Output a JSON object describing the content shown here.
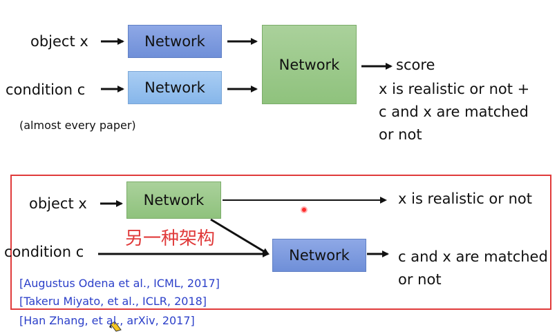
{
  "top": {
    "input_object": "object x",
    "input_condition": "condition c",
    "network_object": "Network",
    "network_condition": "Network",
    "network_main": "Network",
    "output_score": "score",
    "output_line1": "x is realistic or not +",
    "output_line2": "c and x are matched",
    "output_line3": "or not",
    "note": "(almost every paper)"
  },
  "bottom": {
    "input_object": "object x",
    "input_condition": "condition c",
    "network_object": "Network",
    "network_joint": "Network",
    "output_realistic": "x is realistic or not",
    "output_matched_line1": "c and x are matched",
    "output_matched_line2": "or not",
    "chinese_label": "另一种架构",
    "citations": [
      "[Augustus Odena et al., ICML, 2017]",
      "[Takeru Miyato, et al., ICLR, 2018]",
      "[Han Zhang, et al., arXiv, 2017]"
    ]
  },
  "colors": {
    "highlight_border": "#e03a3a",
    "citation_text": "#2b3fc9",
    "network_blue": "#7f9ce0",
    "network_lightblue": "#97c1ee",
    "network_green": "#9ccb8a"
  }
}
